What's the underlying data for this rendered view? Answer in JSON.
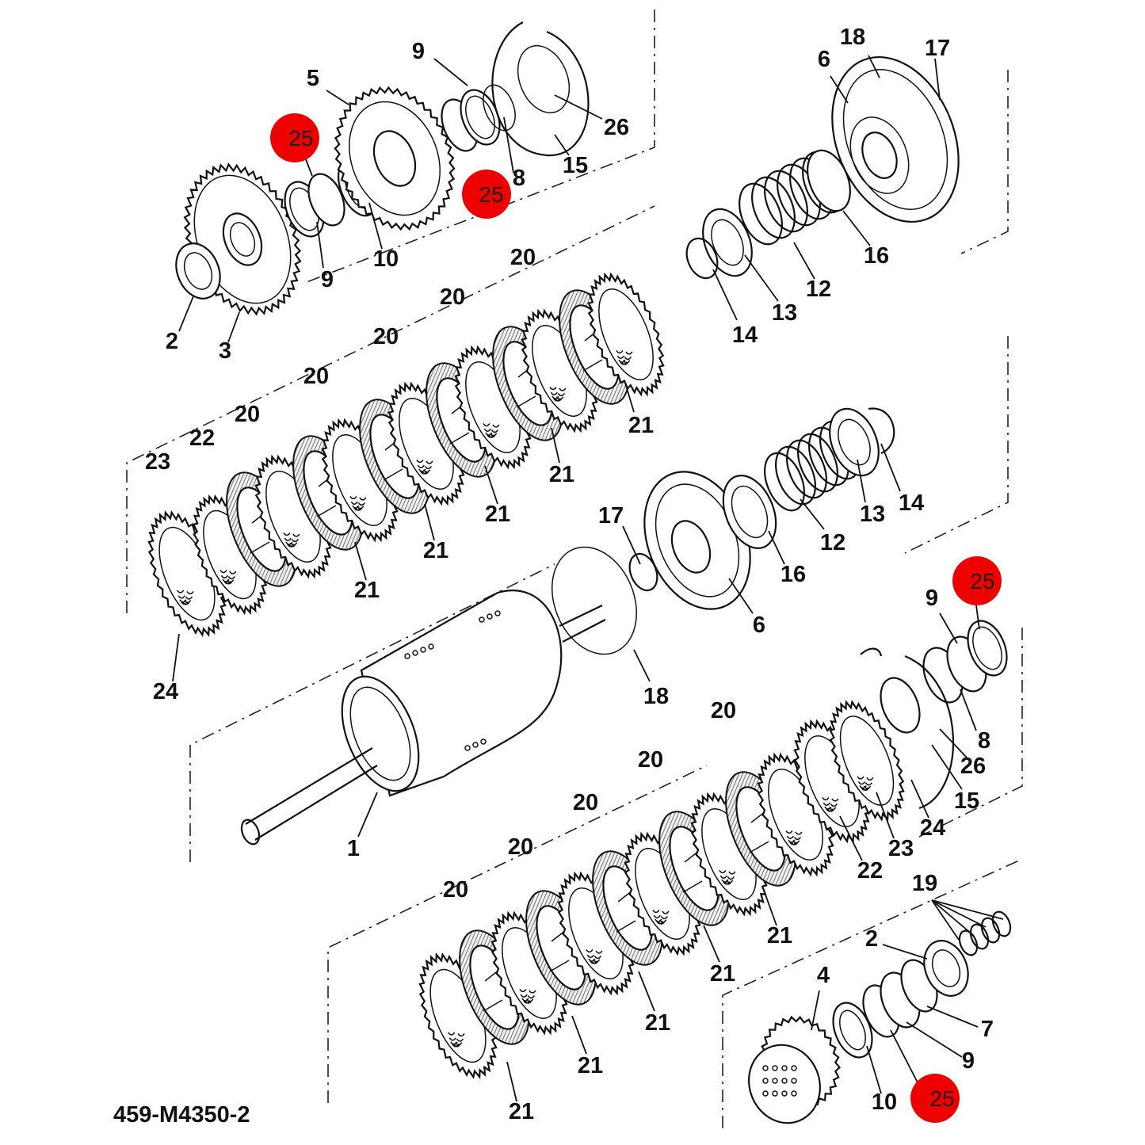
{
  "figure_reference": "459-M4350-2",
  "callouts": [
    {
      "id": "c1",
      "text": "9"
    },
    {
      "id": "c2",
      "text": "5"
    },
    {
      "id": "c3",
      "text": "25"
    },
    {
      "id": "c4",
      "text": "26"
    },
    {
      "id": "c5",
      "text": "15"
    },
    {
      "id": "c6",
      "text": "8"
    },
    {
      "id": "c7",
      "text": "25"
    },
    {
      "id": "c8",
      "text": "9"
    },
    {
      "id": "c9",
      "text": "10"
    },
    {
      "id": "c10",
      "text": "2"
    },
    {
      "id": "c11",
      "text": "3"
    },
    {
      "id": "c12",
      "text": "18"
    },
    {
      "id": "c13",
      "text": "17"
    },
    {
      "id": "c14",
      "text": "6"
    },
    {
      "id": "c15",
      "text": "16"
    },
    {
      "id": "c16",
      "text": "12"
    },
    {
      "id": "c17",
      "text": "13"
    },
    {
      "id": "c18",
      "text": "14"
    },
    {
      "id": "c19",
      "text": "20"
    },
    {
      "id": "c20",
      "text": "20"
    },
    {
      "id": "c21",
      "text": "20"
    },
    {
      "id": "c22",
      "text": "20"
    },
    {
      "id": "c23",
      "text": "20"
    },
    {
      "id": "c24",
      "text": "22"
    },
    {
      "id": "c25",
      "text": "23"
    },
    {
      "id": "c26",
      "text": "21"
    },
    {
      "id": "c27",
      "text": "21"
    },
    {
      "id": "c28",
      "text": "21"
    },
    {
      "id": "c29",
      "text": "21"
    },
    {
      "id": "c30",
      "text": "21"
    },
    {
      "id": "c31",
      "text": "24"
    },
    {
      "id": "c32",
      "text": "17"
    },
    {
      "id": "c33",
      "text": "14"
    },
    {
      "id": "c34",
      "text": "13"
    },
    {
      "id": "c35",
      "text": "12"
    },
    {
      "id": "c36",
      "text": "16"
    },
    {
      "id": "c37",
      "text": "6"
    },
    {
      "id": "c38",
      "text": "18"
    },
    {
      "id": "c39",
      "text": "1"
    },
    {
      "id": "c40",
      "text": "25"
    },
    {
      "id": "c41",
      "text": "9"
    },
    {
      "id": "c42",
      "text": "8"
    },
    {
      "id": "c43",
      "text": "26"
    },
    {
      "id": "c44",
      "text": "15"
    },
    {
      "id": "c45",
      "text": "24"
    },
    {
      "id": "c46",
      "text": "23"
    },
    {
      "id": "c47",
      "text": "22"
    },
    {
      "id": "c48",
      "text": "21"
    },
    {
      "id": "c49",
      "text": "21"
    },
    {
      "id": "c50",
      "text": "21"
    },
    {
      "id": "c51",
      "text": "21"
    },
    {
      "id": "c52",
      "text": "21"
    },
    {
      "id": "c53",
      "text": "20"
    },
    {
      "id": "c54",
      "text": "20"
    },
    {
      "id": "c55",
      "text": "20"
    },
    {
      "id": "c56",
      "text": "20"
    },
    {
      "id": "c57",
      "text": "20"
    },
    {
      "id": "c58",
      "text": "19"
    },
    {
      "id": "c59",
      "text": "2"
    },
    {
      "id": "c60",
      "text": "4"
    },
    {
      "id": "c61",
      "text": "7"
    },
    {
      "id": "c62",
      "text": "9"
    },
    {
      "id": "c63",
      "text": "10"
    },
    {
      "id": "c64",
      "text": "25"
    }
  ],
  "highlight_color": "#ee0000"
}
